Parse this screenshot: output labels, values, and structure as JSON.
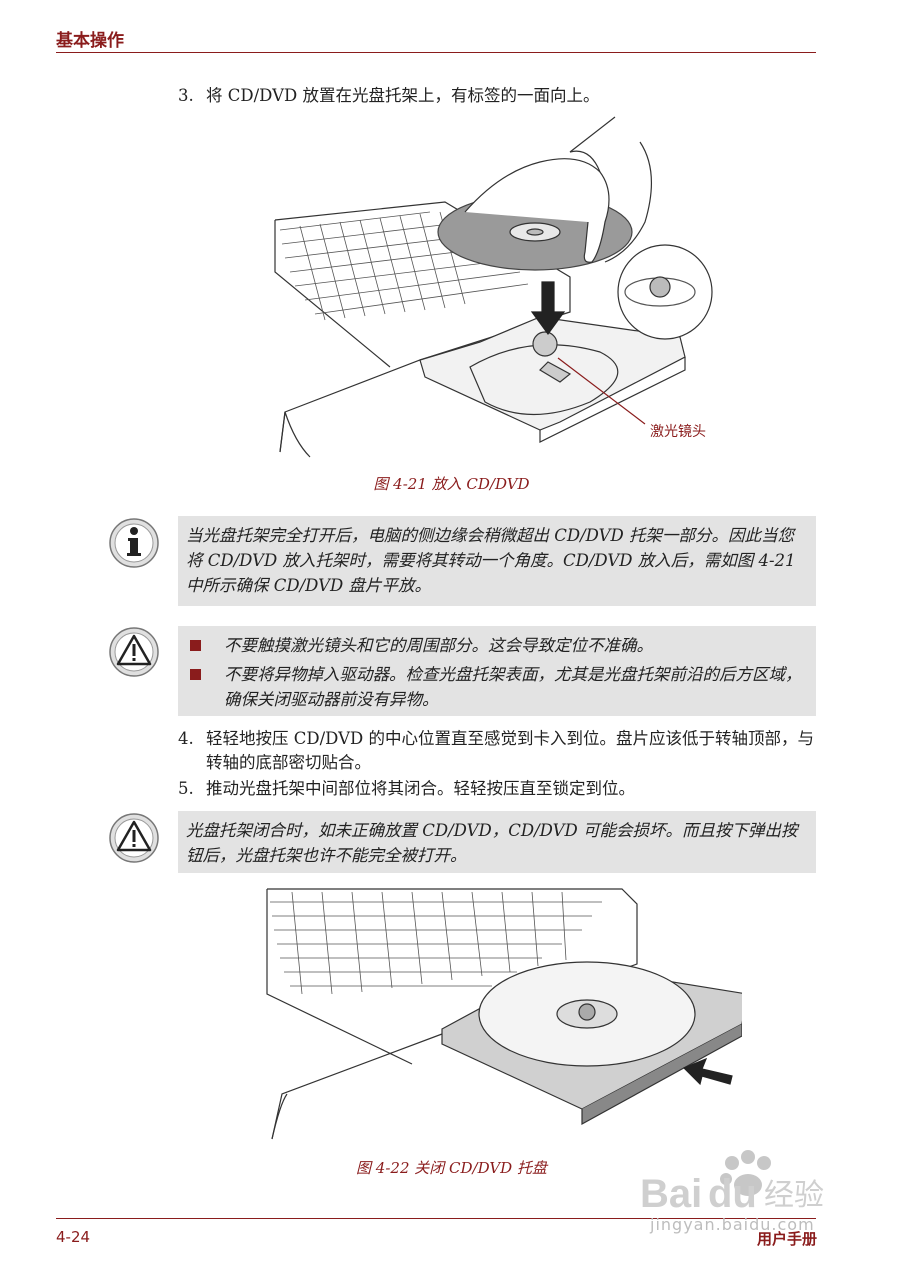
{
  "header": {
    "title": "基本操作"
  },
  "steps": {
    "step3": {
      "num": "3.",
      "text": "将 CD/DVD 放置在光盘托架上，有标签的一面向上。"
    },
    "step4": {
      "num": "4.",
      "text": "轻轻地按压 CD/DVD 的中心位置直至感觉到卡入到位。盘片应该低于转轴顶部，与转轴的底部密切贴合。"
    },
    "step5": {
      "num": "5.",
      "text": "推动光盘托架中间部位将其闭合。轻轻按压直至锁定到位。"
    }
  },
  "figure1": {
    "caption": "图 4-21 放入 CD/DVD",
    "callout": "激光镜头"
  },
  "info_note": {
    "text": "当光盘托架完全打开后，电脑的侧边缘会稍微超出 CD/DVD 托架一部分。因此当您将 CD/DVD 放入托架时，需要将其转动一个角度。CD/DVD 放入后，需如图 4-21 中所示确保 CD/DVD 盘片平放。"
  },
  "caution1": {
    "bullets": [
      "不要触摸激光镜头和它的周围部分。这会导致定位不准确。",
      "不要将异物掉入驱动器。检查光盘托架表面，尤其是光盘托架前沿的后方区域，确保关闭驱动器前没有异物。"
    ]
  },
  "caution2": {
    "text": "光盘托架闭合时，如未正确放置 CD/DVD，CD/DVD 可能会损坏。而且按下弹出按钮后，光盘托架也许不能完全被打开。"
  },
  "figure2": {
    "caption": "图 4-22 关闭 CD/DVD 托盘"
  },
  "footer": {
    "page": "4-24",
    "manual": "用户手册"
  },
  "watermark": {
    "logo": "Baidu 经验",
    "url": "jingyan.baidu.com"
  },
  "colors": {
    "accent": "#8a1c1c",
    "note_bg": "#e3e3e3"
  }
}
